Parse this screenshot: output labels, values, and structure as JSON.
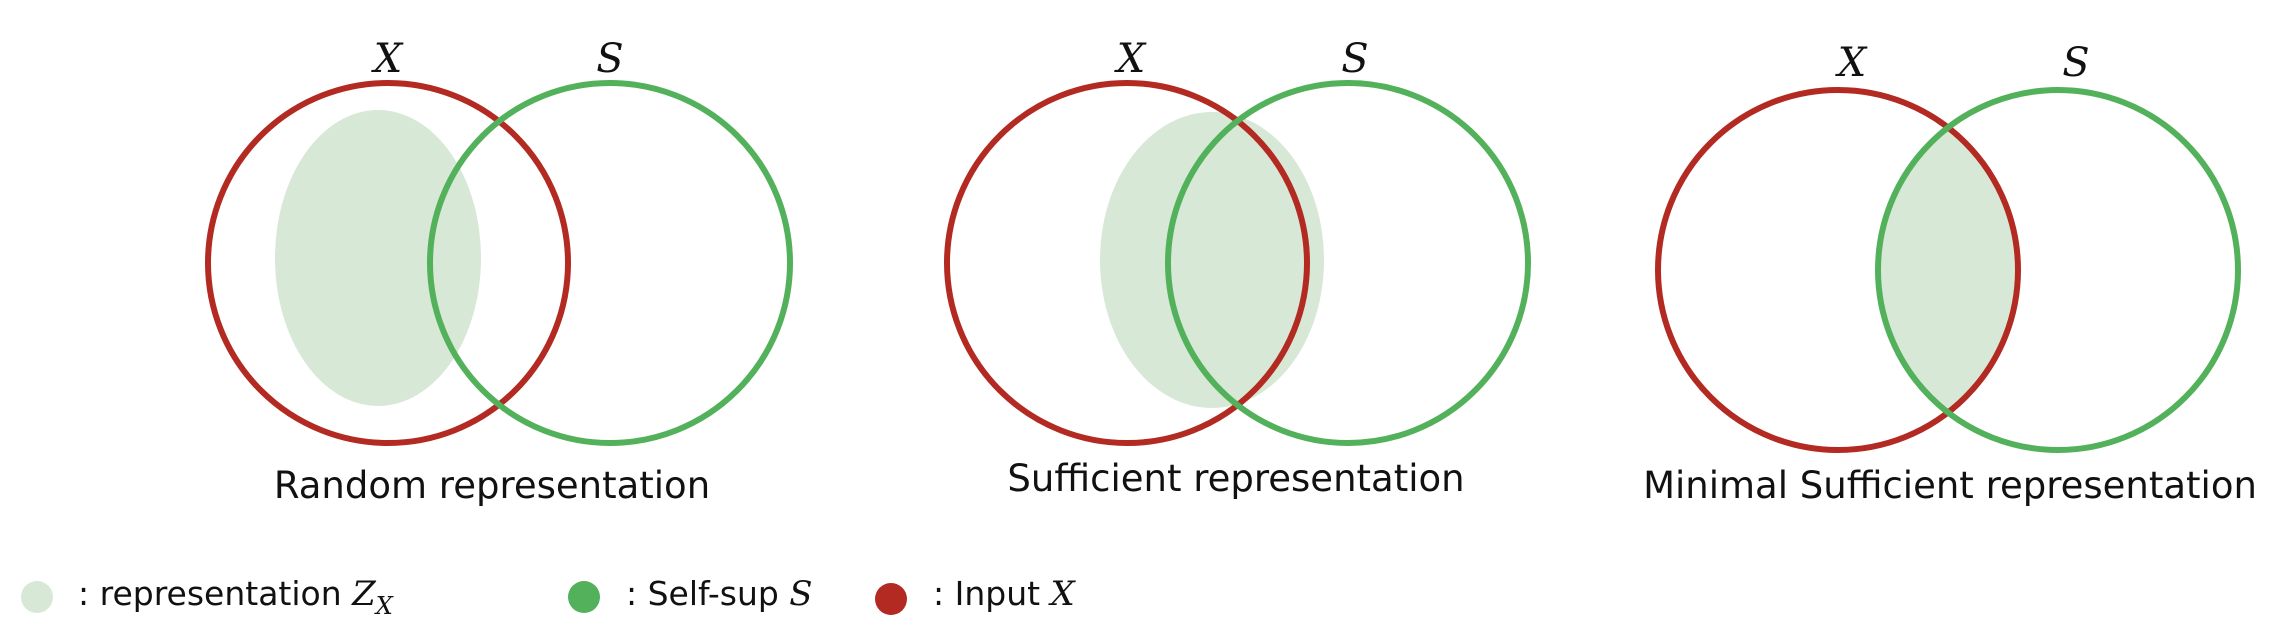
{
  "colors": {
    "input_circle": "#b22a22",
    "selfsup_circle": "#52b15a",
    "representation_fill": "#d7e8d6"
  },
  "panels": [
    {
      "x_label": "X",
      "s_label": "S",
      "caption": "Random representation"
    },
    {
      "x_label": "X",
      "s_label": "S",
      "caption": "Sufficient representation"
    },
    {
      "x_label": "X",
      "s_label": "S",
      "caption": "Minimal Sufficient representation"
    }
  ],
  "legend": {
    "representation": {
      "text": ": representation ",
      "symbol": "Z",
      "subscript": "X"
    },
    "selfsup": {
      "text": ": Self-sup ",
      "symbol": "S"
    },
    "input": {
      "text": ": Input ",
      "symbol": "X"
    }
  }
}
